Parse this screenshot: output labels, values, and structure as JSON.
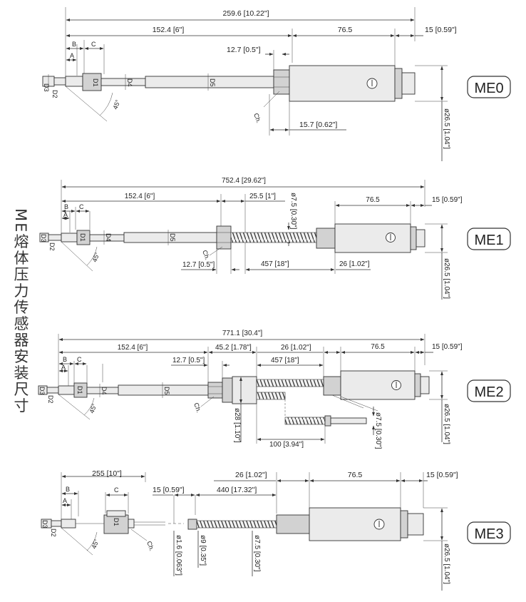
{
  "title": "ME熔体压力传感器安装尺寸",
  "panels": {
    "me0": {
      "badge": "ME0",
      "dims": {
        "total": "259.6 [10.22\"]",
        "stem": "152.4 [6\"]",
        "body": "76.5",
        "cap": "15 [0.59\"]",
        "hex": "12.7 [0.5\"]",
        "neck": "15.7 [0.62\"]",
        "dia": "ø26.5 [1.04\"]"
      },
      "labels": {
        "a": "A",
        "b": "B",
        "c": "C",
        "d1": "D1",
        "d2": "D2",
        "d3": "D3",
        "d4": "D4",
        "d5": "D5",
        "ch": "Ch.",
        "angle": "45°"
      }
    },
    "me1": {
      "badge": "ME1",
      "dims": {
        "total": "752.4 [29.62\"]",
        "stem": "152.4 [6\"]",
        "flex_rigid": "25.5 [1\"]",
        "hose_dia": "ø7.5 [0.30\"]",
        "body": "76.5",
        "cap": "15 [0.59\"]",
        "hex": "12.7 [0.5\"]",
        "hose": "457 [18\"]",
        "neck": "26 [1.02\"]",
        "dia": "ø26.5 [1.04\"]"
      },
      "labels": {
        "a": "A",
        "b": "B",
        "c": "C",
        "d1": "D1",
        "d2": "D2",
        "d3": "D3",
        "d4": "D4",
        "d5": "D5",
        "ch": "Ch.",
        "angle": "45°"
      }
    },
    "me2": {
      "badge": "ME2",
      "dims": {
        "total": "771.1 [30.4\"]",
        "stem": "152.4 [6\"]",
        "block": "45.2 [1.78\"]",
        "neck": "26 [1.02\"]",
        "body": "76.5",
        "cap": "15 [0.59\"]",
        "hex": "12.7 [0.5\"]",
        "hose": "457 [18\"]",
        "block_dia": "ø28 [1.10\"]",
        "tc_hose": "100 [3.94\"]",
        "hose_dia": "ø7.5 [0.30\"]",
        "dia": "ø26.5 [1.04\"]"
      },
      "labels": {
        "a": "A",
        "b": "B",
        "c": "C",
        "d1": "D1",
        "d2": "D2",
        "d3": "D3",
        "d4": "D4",
        "d5": "D5",
        "ch": "Ch.",
        "angle": "45°"
      }
    },
    "me3": {
      "badge": "ME3",
      "dims": {
        "total": "255 [10\"]",
        "neck": "26 [1.02\"]",
        "body": "76.5",
        "cap": "15 [0.59\"]",
        "capillary": "15 [0.59\"]",
        "hose": "440 [17.32\"]",
        "cap_dia": "ø1.6 [0.063\"]",
        "tube_dia": "ø9 [0.35\"]",
        "hose_dia": "ø7.5 [0.30\"]",
        "dia": "ø26.5 [1.04\"]"
      },
      "labels": {
        "a": "A",
        "b": "B",
        "c": "C",
        "d1": "D1",
        "d2": "D2",
        "d3": "D3",
        "ch": "Ch.",
        "angle": "45°"
      }
    }
  }
}
